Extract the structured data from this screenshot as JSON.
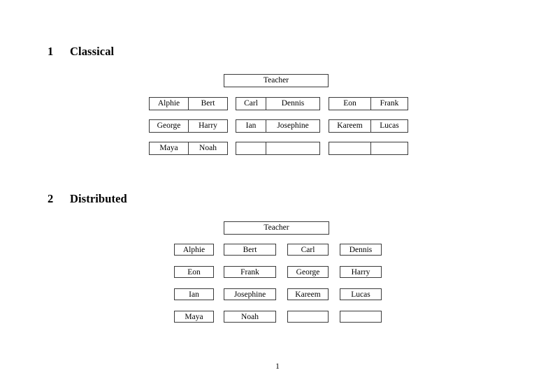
{
  "document": {
    "page_number": "1",
    "sections": [
      {
        "number": "1",
        "title": "Classical"
      },
      {
        "number": "2",
        "title": "Distributed"
      }
    ]
  },
  "classical": {
    "teacher_label": "Teacher",
    "groups": [
      {
        "group_index": "1",
        "rows": [
          {
            "left": "Alphie",
            "right": "Bert"
          },
          {
            "left": "George",
            "right": "Harry"
          },
          {
            "left": "Maya",
            "right": "Noah"
          }
        ]
      },
      {
        "group_index": "2",
        "rows": [
          {
            "left": "Carl",
            "right": "Dennis"
          },
          {
            "left": "Ian",
            "right": "Josephine"
          },
          {
            "left": "",
            "right": ""
          }
        ]
      },
      {
        "group_index": "3",
        "rows": [
          {
            "left": "Eon",
            "right": "Frank"
          },
          {
            "left": "Kareem",
            "right": "Lucas"
          },
          {
            "left": "",
            "right": ""
          }
        ]
      }
    ]
  },
  "distributed": {
    "teacher_label": "Teacher",
    "rows": [
      [
        "Alphie",
        "Bert",
        "Carl",
        "Dennis"
      ],
      [
        "Eon",
        "Frank",
        "George",
        "Harry"
      ],
      [
        "Ian",
        "Josephine",
        "Kareem",
        "Lucas"
      ],
      [
        "Maya",
        "Noah",
        "",
        ""
      ]
    ]
  }
}
